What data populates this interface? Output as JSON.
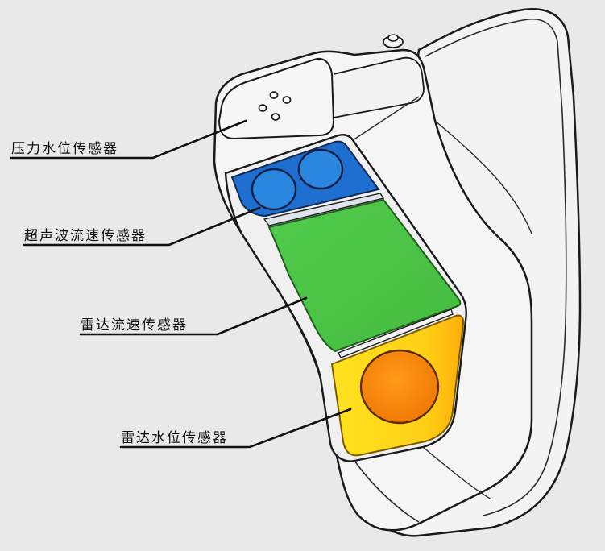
{
  "labels": {
    "pressure_level": "压力水位传感器",
    "ultrasonic_flow": "超声波流速传感器",
    "radar_flow": "雷达流速传感器",
    "radar_level": "雷达水位传感器"
  },
  "colors": {
    "background": "#e9e9e9",
    "housing": "#f4f4f4",
    "housing_outline": "#1a1a1a",
    "ultrasonic_panel": "#1e6fd0",
    "ultrasonic_transducer": "#2b86e0",
    "radar_flow_panel": "#4cc64a",
    "radar_level_panel": "#ffd21a",
    "radar_level_dome": "#ff8a12",
    "leader_line": "#111111"
  }
}
